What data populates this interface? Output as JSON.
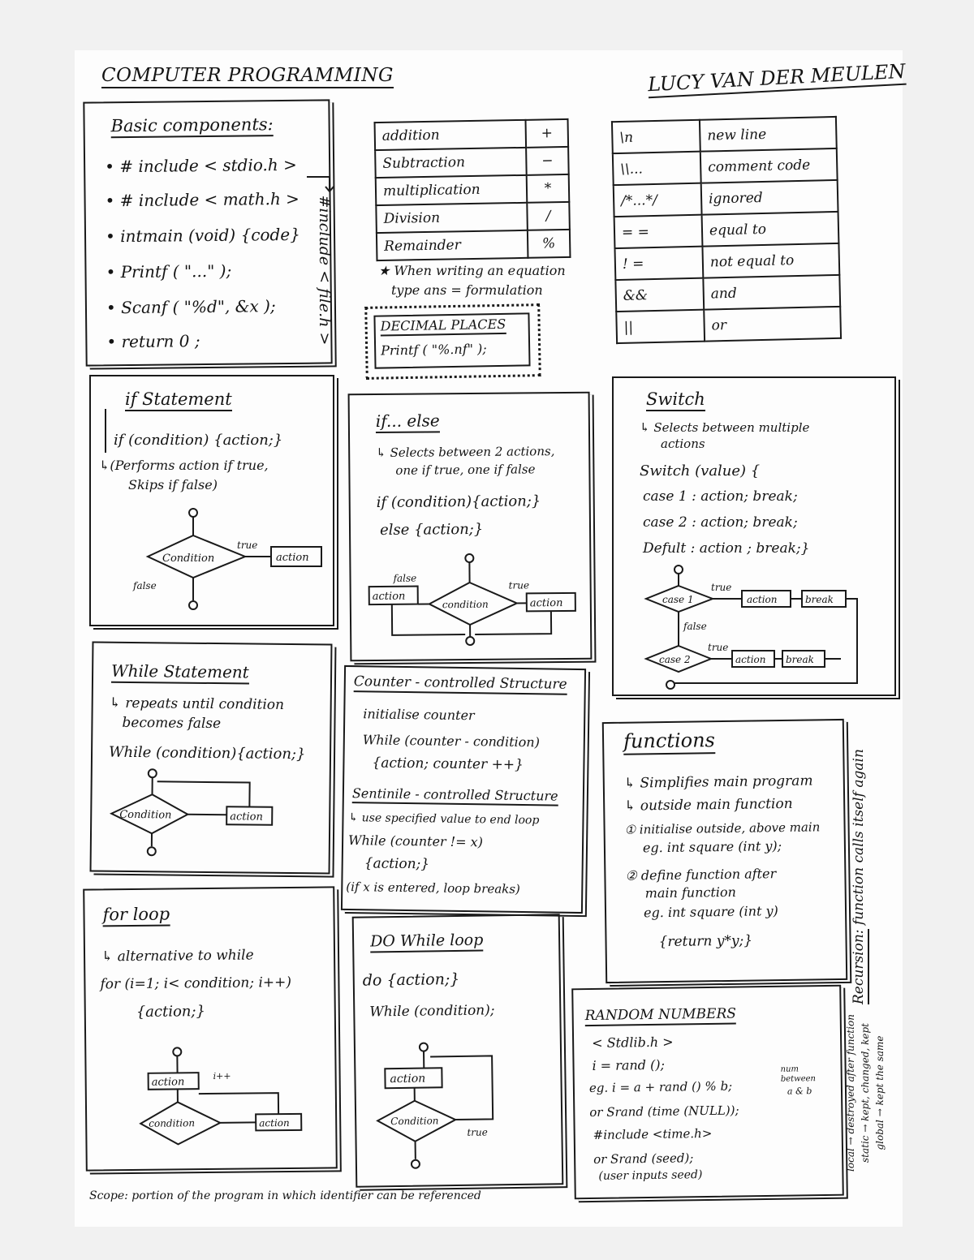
{
  "header": {
    "title": "COMPUTER PROGRAMMING",
    "author": "LUCY VAN DER MEULEN"
  },
  "basic": {
    "title": "Basic components:",
    "items": [
      "• # include < stdio.h >",
      "• # include < math.h >",
      "• intmain (void) {code}",
      "• Printf ( \"...\" );",
      "• Scanf ( \"%d\", &x );",
      "• return 0 ;"
    ],
    "side_note": "#include < file.h >"
  },
  "ops_table": [
    [
      "addition",
      "+"
    ],
    [
      "Subtraction",
      "−"
    ],
    [
      "multiplication",
      "*"
    ],
    [
      "Division",
      "/"
    ],
    [
      "Remainder",
      "%"
    ]
  ],
  "ops_note": [
    "★ When writing an equation",
    "type ans = formulation"
  ],
  "decimal": {
    "title": "DECIMAL PLACES",
    "code": "Printf ( \"%.nf\" );"
  },
  "escape_table": [
    [
      "\\n",
      "new line"
    ],
    [
      "\\\\...",
      "comment code"
    ],
    [
      "/*...*/",
      "ignored"
    ],
    [
      "= =",
      "equal to"
    ],
    [
      "! =",
      "not equal to"
    ],
    [
      "&&",
      "and"
    ],
    [
      "||",
      "or"
    ]
  ],
  "if_stmt": {
    "title": "if Statement",
    "lines": [
      "if (condition) {action;}",
      "↳(Performs action if true,",
      "Skips if false)"
    ],
    "flow": {
      "condition": "Condition",
      "true": "true",
      "false": "false",
      "action": "action"
    }
  },
  "if_else": {
    "title": "if... else",
    "lines": [
      "↳ Selects between 2 actions,",
      "one if true, one if false",
      "if (condition){action;}",
      "else {action;}"
    ],
    "flow": {
      "false": "false",
      "true": "true",
      "action_left": "action",
      "condition": "condition",
      "action_right": "action"
    }
  },
  "switch": {
    "title": "Switch",
    "lines": [
      "↳ Selects between multiple",
      "actions",
      "Switch (value) {",
      "case 1  : action; break;",
      "case 2  : action; break;",
      "Defult : action ; break;}"
    ],
    "flow": {
      "case1": "case 1",
      "case2": "case 2",
      "true1": "true",
      "true2": "true",
      "false": "false",
      "action": "action",
      "break": "break"
    }
  },
  "while_stmt": {
    "title": "While Statement",
    "lines": [
      "↳ repeats until condition",
      "becomes false",
      "While (condition){action;}"
    ],
    "flow": {
      "condition": "Condition",
      "action": "action"
    }
  },
  "counter": {
    "title": "Counter - controlled Structure",
    "lines": [
      "initialise counter",
      "While (counter - condition)",
      "{action; counter ++}"
    ],
    "title2": "Sentinile - controlled Structure",
    "lines2": [
      "↳ use specified value to end loop",
      "While (counter != x)",
      "{action;}",
      "(if x is entered, loop breaks)"
    ]
  },
  "functions": {
    "title": "functions",
    "lines": [
      "↳ Simplifies main program",
      "↳ outside main function",
      "① initialise outside, above main",
      "eg. int square (int y);",
      "② define function after",
      "main function",
      "eg. int square (int y)",
      "{return y*y;}"
    ]
  },
  "recursion": {
    "label": "Recursion:",
    "text": "function calls itself again"
  },
  "for_loop": {
    "title": "for loop",
    "lines": [
      "↳ alternative to while",
      "for (i=1; i< condition; i++)",
      "{action;}"
    ],
    "flow": {
      "action_top": "action",
      "increment": "i++",
      "condition": "condition",
      "action_right": "action"
    }
  },
  "do_while": {
    "title": "DO While loop",
    "lines": [
      "do {action;}",
      "While (condition);"
    ],
    "flow": {
      "action": "action",
      "condition": "Condition",
      "true": "true"
    }
  },
  "random": {
    "title": "RANDOM NUMBERS",
    "lines": [
      "< Stdlib.h >",
      "i = rand ();",
      "eg. i = a + rand () % b;",
      "or Srand (time (NULL));",
      "#include <time.h>",
      "or Srand (seed);",
      "(user inputs seed)"
    ],
    "note_top": "num",
    "note_mid": "between",
    "note_bot": "a & b"
  },
  "scope_vars": [
    "local → destroyed after function",
    "static → kept, changed, kept",
    "global → kept the same"
  ],
  "footer": "Scope: portion of the program in which identifier can be referenced"
}
